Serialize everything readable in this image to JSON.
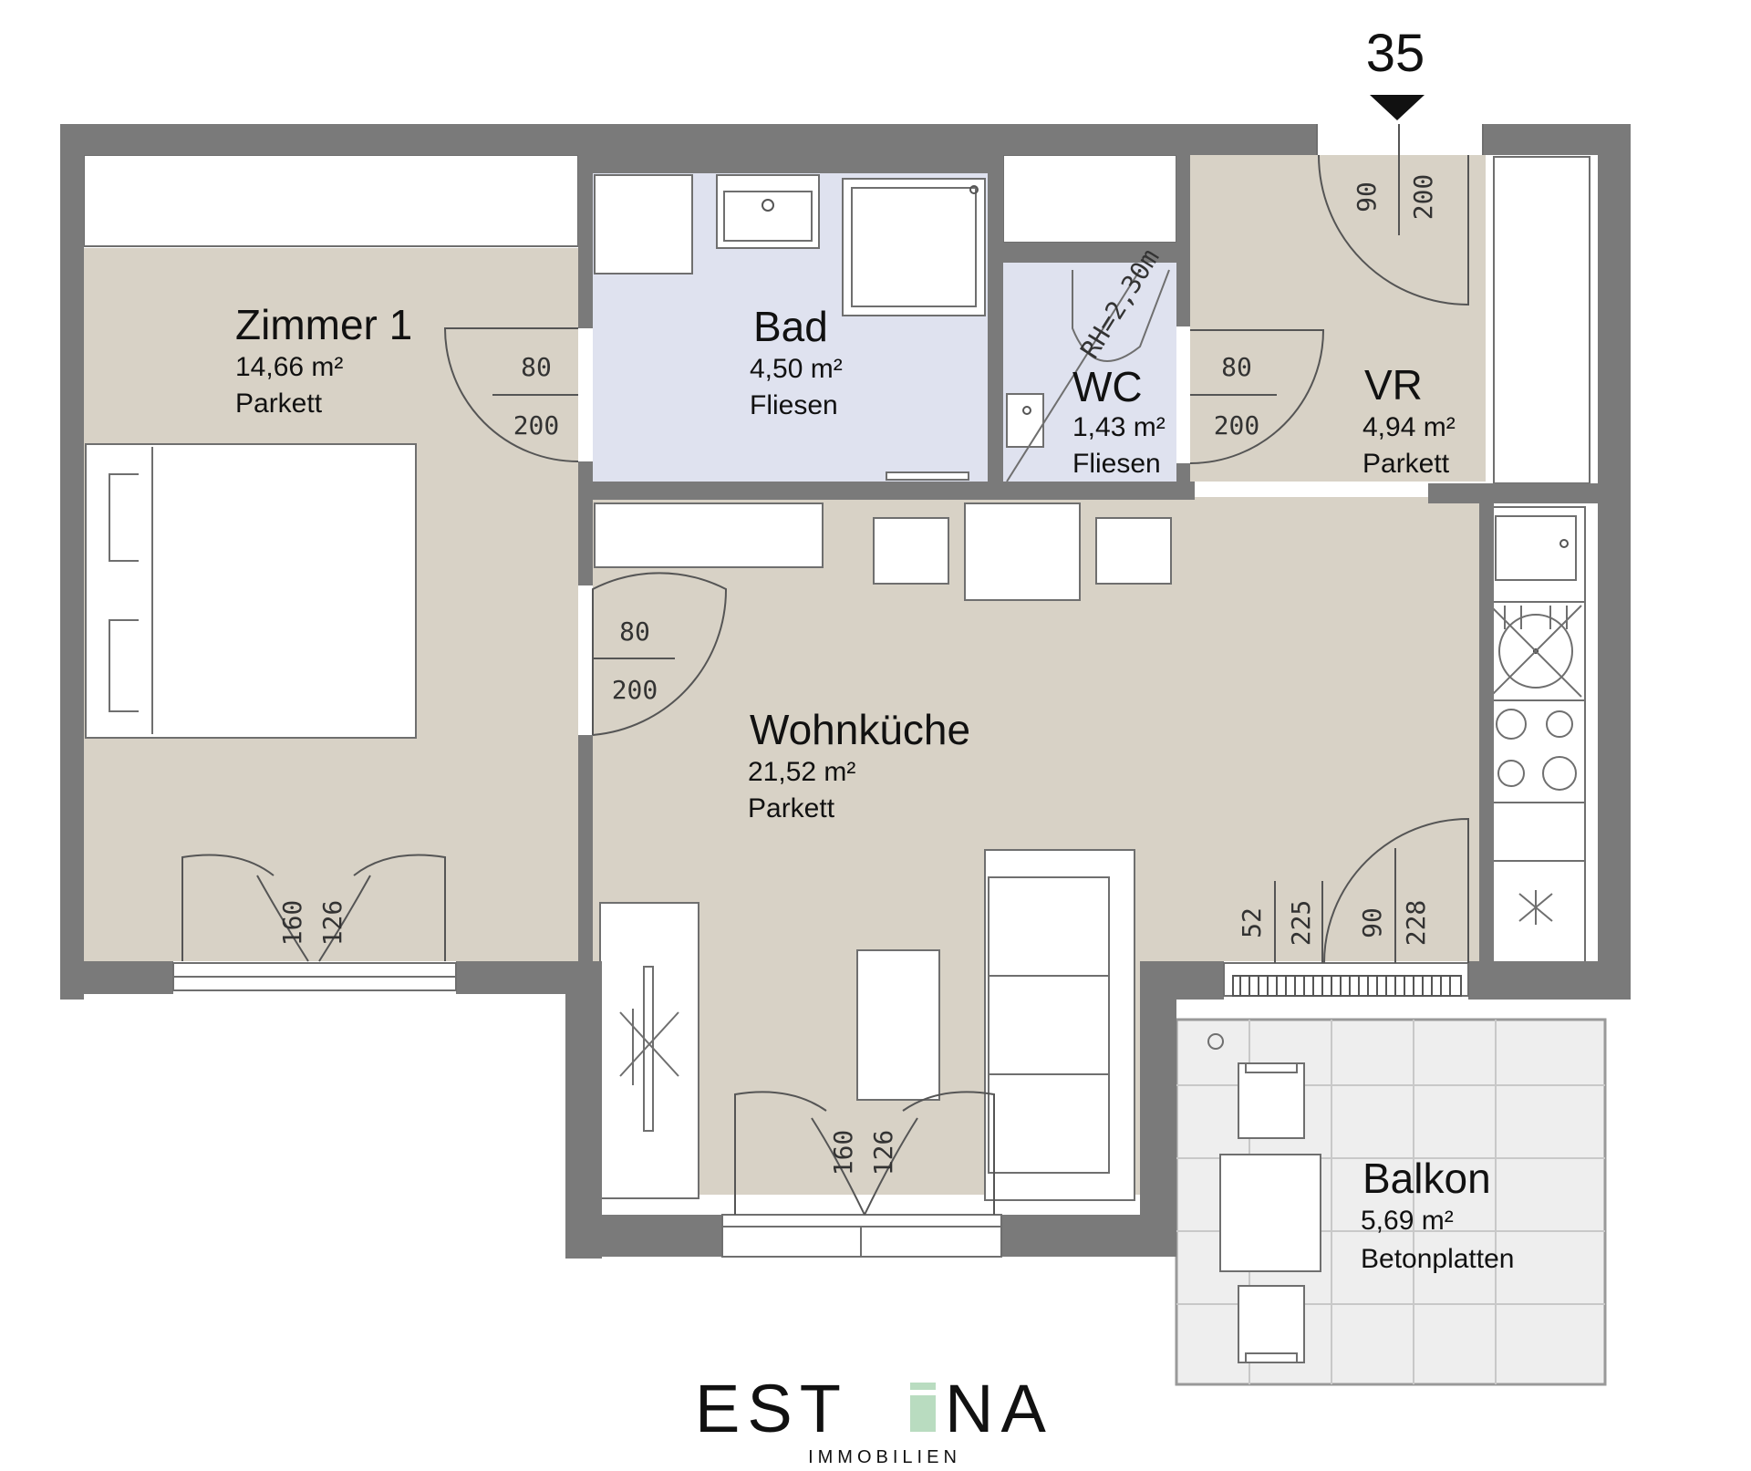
{
  "entrance": {
    "number": "35"
  },
  "rooms": [
    {
      "name": "Zimmer 1",
      "area": "14,66 m²",
      "floor": "Parkett"
    },
    {
      "name": "Bad",
      "area": "4,50 m²",
      "floor": "Fliesen"
    },
    {
      "name": "WC",
      "area": "1,43 m²",
      "floor": "Fliesen"
    },
    {
      "name": "VR",
      "area": "4,94 m²",
      "floor": "Parkett"
    },
    {
      "name": "Wohnküche",
      "area": "21,52 m²",
      "floor": "Parkett"
    },
    {
      "name": "Balkon",
      "area": "5,69 m²",
      "floor": "Betonplatten"
    }
  ],
  "doors": {
    "entrance": {
      "w": "90",
      "h": "200"
    },
    "zimmer_door": {
      "w": "80",
      "h": "200"
    },
    "wc_door": {
      "w": "80",
      "h": "200"
    },
    "kitchen_door": {
      "w": "80",
      "h": "200"
    },
    "zimmer_window": {
      "w": "160",
      "h": "126"
    },
    "wohn_window": {
      "w": "160",
      "h": "126"
    },
    "balcony_window": {
      "w": "52",
      "h": "225"
    },
    "balcony_door": {
      "w": "90",
      "h": "228"
    }
  },
  "wc_annotation": "RH=2,30m",
  "logo": {
    "left": "EST",
    "right": "NA",
    "sub": "IMMOBILIEN"
  },
  "colors": {
    "wall": "#7a7a7a",
    "floor_parkett": "#d8d2c6",
    "floor_tiles": "#dfe2ef",
    "balcony": "#eeeeee",
    "logo_accent": "#b9dcc0"
  }
}
